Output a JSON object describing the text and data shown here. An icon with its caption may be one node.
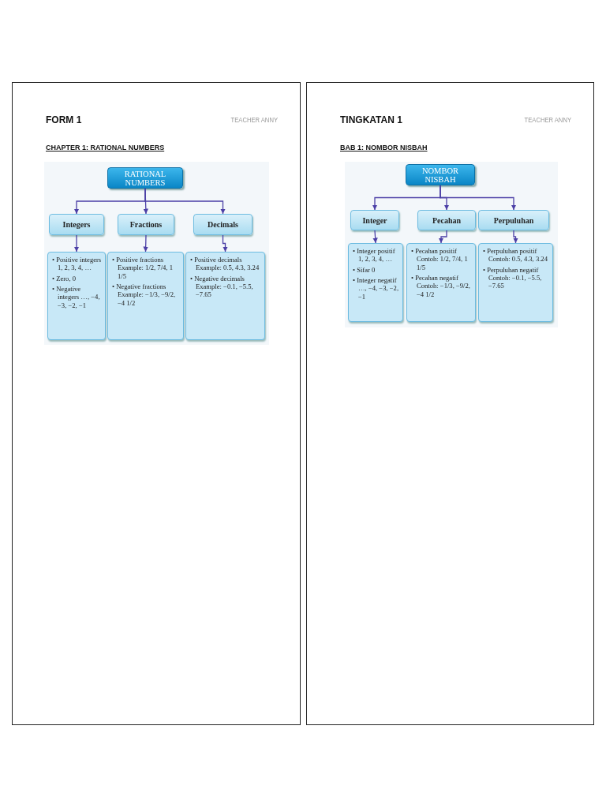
{
  "diagram": {
    "nodes": [
      {
        "text": [
          "FORM 1",
          "TEACHER ANNY",
          "CHAPTER 1: RATIONAL NUMBERS"
        ]
      },
      {
        "text": [
          "RATIONAL NUMBERS"
        ],
        "in": 0
      },
      {
        "text": [
          "Integers"
        ],
        "in": 0
      },
      {
        "text": [
          "Fractions"
        ],
        "in": 0
      },
      {
        "text": [
          "Decimals"
        ],
        "in": 0
      },
      {
        "text": [
          "• Positive integers 1, 2, 3, 4, …",
          "• Zero, 0",
          "• Negative integers …, −4, −3, −2, −1"
        ],
        "in": 0
      },
      {
        "text": [
          "• Positive fractions Example: 1/2, 7/4, 1 1/5",
          "• Negative fractions Example: −1/3, −9/2, −4 1/2"
        ],
        "in": 0
      },
      {
        "text": [
          "• Positive decimals Example: 0.5, 4.3, 3.24",
          "• Negative decimals Example: −0.1, −5.5, −7.65"
        ],
        "in": 0
      },
      {
        "text": [
          "TINGKATAN 1",
          "TEACHER ANNY",
          "BAB 1: NOMBOR NISBAH"
        ]
      },
      {
        "text": [
          "NOMBOR NISBAH"
        ],
        "in": 8
      },
      {
        "text": [
          "Integer"
        ],
        "in": 8
      },
      {
        "text": [
          "Pecahan"
        ],
        "in": 8
      },
      {
        "text": [
          "Perpuluhan"
        ],
        "in": 8
      },
      {
        "text": [
          "• Integer positif 1, 2, 3, 4, …",
          "• Sifar 0",
          "• Integer negatif …, −4, −3, −2, −1"
        ],
        "in": 8
      },
      {
        "text": [
          "• Pecahan positif Contoh: 1/2, 7/4, 1 1/5",
          "• Pecahan negatif Contoh: −1/3, −9/2, −4 1/2"
        ],
        "in": 8
      },
      {
        "text": [
          "• Perpuluhan positif Contoh: 0.5, 4.3, 3.24",
          "• Perpuluhan negatif Contoh: −0.1, −5.5, −7.65"
        ],
        "in": 8
      }
    ],
    "edges": [
      {
        "from": 1,
        "to": 2,
        "arrow": "to"
      },
      {
        "from": 1,
        "to": 3,
        "arrow": "to"
      },
      {
        "from": 1,
        "to": 4,
        "arrow": "to"
      },
      {
        "from": 2,
        "to": 5,
        "arrow": "to"
      },
      {
        "from": 3,
        "to": 6,
        "arrow": "to"
      },
      {
        "from": 4,
        "to": 7,
        "arrow": "to"
      },
      {
        "from": 9,
        "to": 10,
        "arrow": "to"
      },
      {
        "from": 9,
        "to": 11,
        "arrow": "to"
      },
      {
        "from": 9,
        "to": 12,
        "arrow": "to"
      },
      {
        "from": 10,
        "to": 13,
        "arrow": "to"
      },
      {
        "from": 11,
        "to": 14,
        "arrow": "to"
      },
      {
        "from": 12,
        "to": 15,
        "arrow": "to"
      }
    ]
  }
}
